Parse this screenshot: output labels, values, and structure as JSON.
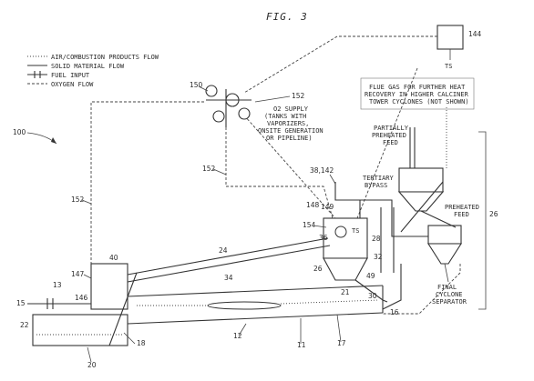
{
  "figure_title": "FIG. 3",
  "legend": {
    "items": [
      "AIR/COMBUSTION PRODUCTS FLOW",
      "SOLID MATERIAL FLOW",
      "FUEL INPUT",
      "OXYGEN FLOW"
    ]
  },
  "annotations": {
    "o2_supply": [
      "O2 SUPPLY",
      "(TANKS WITH",
      "VAPORIZERS,",
      "ONSITE GENERATION",
      "OR PIPELINE)"
    ],
    "flue_gas": [
      "FLUE GAS FOR FURTHER HEAT",
      "RECOVERY IN HIGHER CALCINER",
      "TOWER CYCLONES (NOT SHOWN)"
    ],
    "partially_preheated_feed": [
      "PARTIALLY",
      "PREHEATED",
      "FEED"
    ],
    "preheated_feed": [
      "PREHEATED",
      "FEED"
    ],
    "tertiary_bypass": [
      "TERTIARY",
      "BYPASS"
    ],
    "final_cyclone_separator": [
      "FINAL",
      "CYCLONE",
      "SEPARATOR"
    ],
    "ts_label": "TS",
    "ts_label_2": "TS"
  },
  "refs": {
    "r144": "144",
    "r150": "150",
    "r152a": "152",
    "r152b": "152",
    "r152c": "152",
    "r100": "100",
    "r38": "38,142",
    "r148": "148",
    "r149": "149",
    "r154": "154",
    "r36": "36",
    "r26": "26",
    "r28": "28",
    "r24": "24",
    "r34": "34",
    "r32": "32",
    "r49": "49",
    "r21": "21",
    "r30": "30",
    "r16": "16",
    "r12": "12",
    "r11": "11",
    "r17": "17",
    "r147": "147",
    "r40": "40",
    "r13": "13",
    "r146": "146",
    "r15": "15",
    "r22": "22",
    "r18": "18",
    "r20": "20"
  }
}
